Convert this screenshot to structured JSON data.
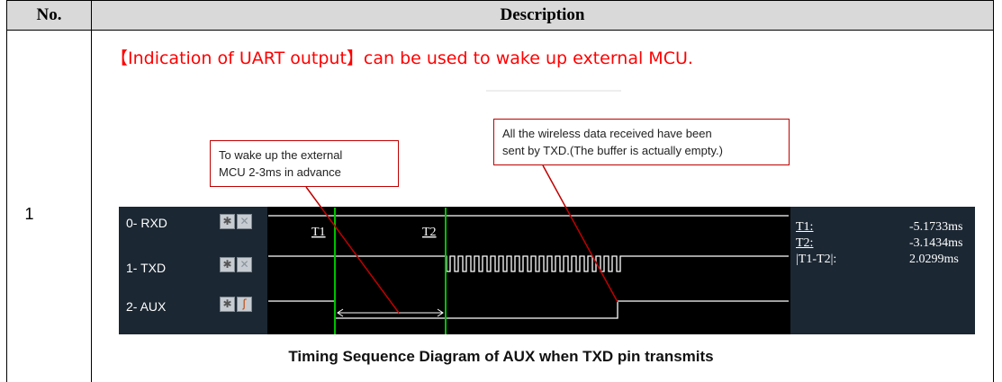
{
  "header": {
    "no_label": "No.",
    "desc_label": "Description"
  },
  "row": {
    "number": "1",
    "indication_text": "【Indication of UART output】can be used to wake up external MCU.",
    "callouts": {
      "wake_line1": "To wake up the external",
      "wake_line2": "MCU 2-3ms in advance",
      "sent_line1": "All the wireless data received have been",
      "sent_line2": "sent by TXD.(The buffer is actually empty.)"
    },
    "channels": [
      {
        "label": "0- RXD",
        "button_icon": "gear-icon",
        "mode_icon": "close-icon"
      },
      {
        "label": "1- TXD",
        "button_icon": "gear-icon",
        "mode_icon": "close-icon"
      },
      {
        "label": "2- AUX",
        "button_icon": "gear-icon",
        "mode_icon": "edge-trigger-icon"
      }
    ],
    "markers": {
      "t1": "T1",
      "t2": "T2"
    },
    "measurements": [
      {
        "label": "T1:",
        "value": "-5.1733ms"
      },
      {
        "label": "T2:",
        "value": "-3.1434ms"
      },
      {
        "label": "|T1-T2|:",
        "value": "2.0299ms"
      }
    ],
    "caption": "Timing Sequence Diagram of AUX when TXD pin transmits"
  },
  "colors": {
    "red_text": "#ff0000",
    "marker_green": "#00c000",
    "panel_dark": "#1b2733"
  }
}
